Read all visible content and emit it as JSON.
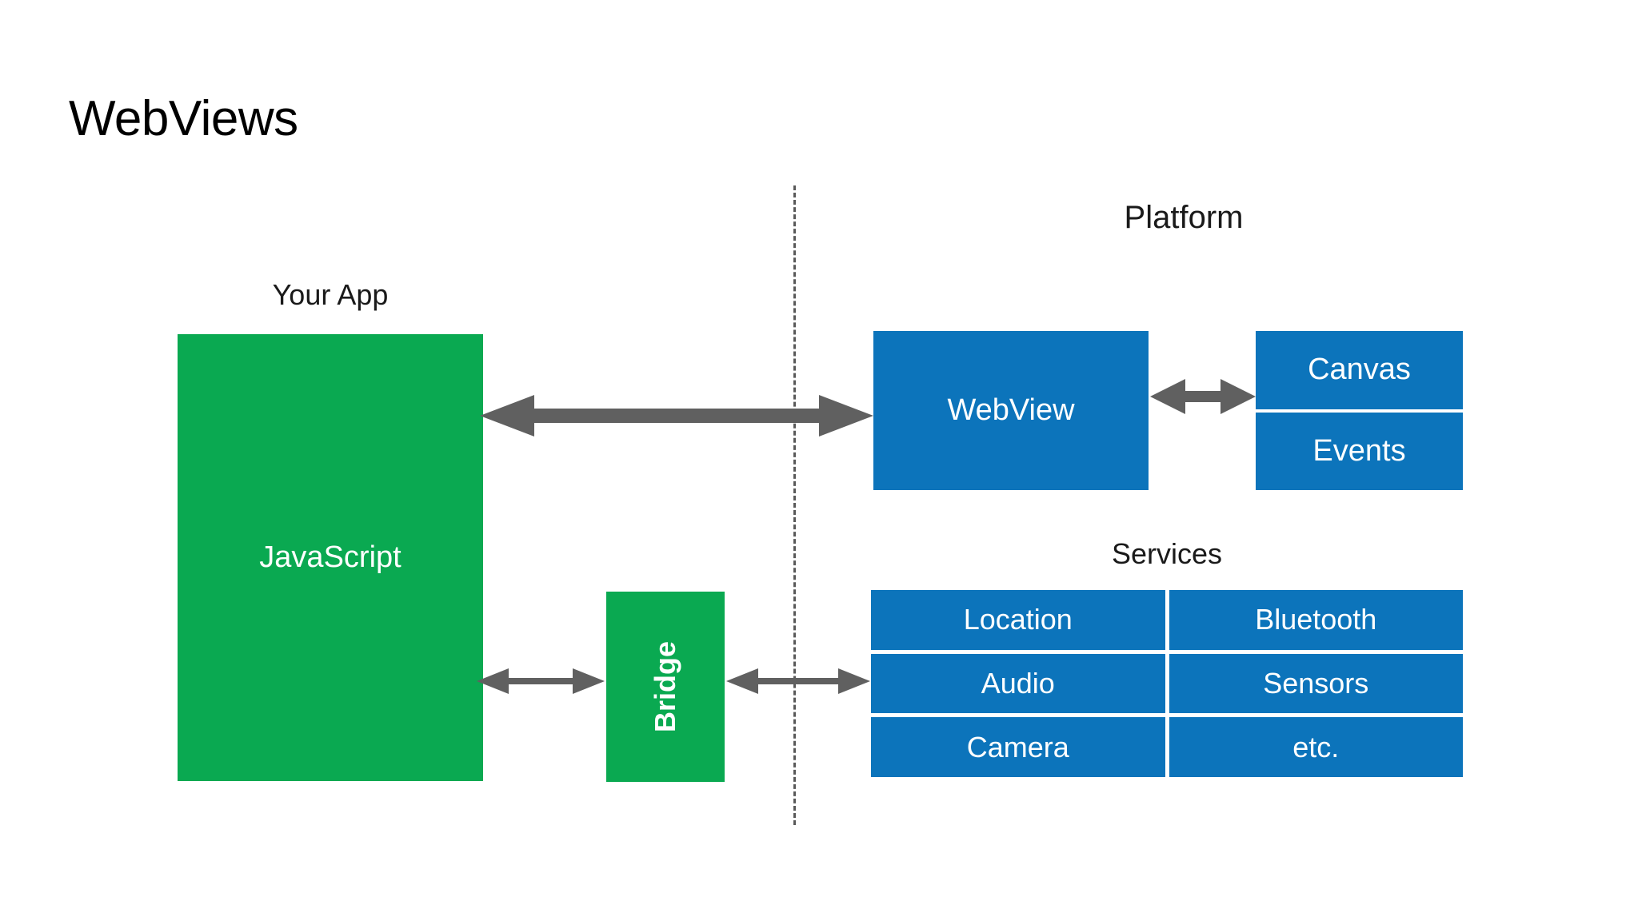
{
  "slide": {
    "title": "WebViews",
    "background_color": "#FFFFFF"
  },
  "colors": {
    "green": "#0AA951",
    "blue": "#0C74BB",
    "arrow_gray": "#606060",
    "divider_gray": "#595959",
    "text_dark": "#1A1A1A",
    "text_light": "#FFFFFF"
  },
  "left_side": {
    "caption": "Your App",
    "app_box_label": "JavaScript",
    "bridge_box_label": "Bridge"
  },
  "right_side": {
    "caption": "Platform",
    "webview_box_label": "WebView",
    "webview_features": [
      {
        "label": "Canvas"
      },
      {
        "label": "Events"
      }
    ],
    "services_caption": "Services",
    "services_rows": [
      {
        "left": "Location",
        "right": "Bluetooth"
      },
      {
        "left": "Audio",
        "right": "Sensors"
      },
      {
        "left": "Camera",
        "right": "etc."
      }
    ]
  },
  "connectors": {
    "app_to_webview": "double-headed-arrow",
    "webview_to_features": "double-headed-arrow",
    "app_to_bridge": "double-headed-arrow",
    "bridge_to_services": "double-headed-arrow",
    "boundary": "dashed-vertical-line"
  }
}
